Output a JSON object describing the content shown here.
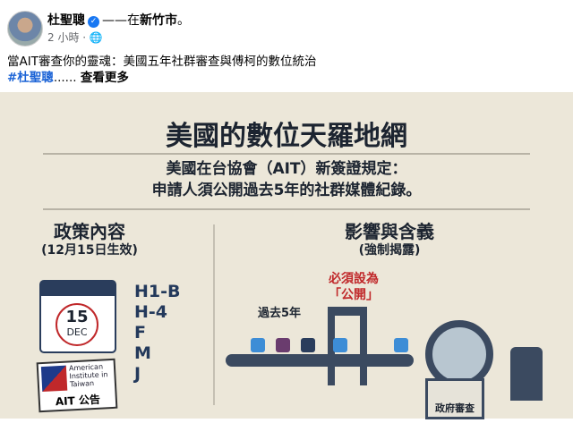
{
  "post": {
    "author": "杜聖聰",
    "location_prefix": "——在",
    "location": "新竹市",
    "location_suffix": "。",
    "time": "2 小時 ·",
    "text": "當AIT審查你的靈魂：美國五年社群審查與傅柯的數位統治",
    "hashtag": "#杜聖聰",
    "ellipsis": "......",
    "see_more": "查看更多"
  },
  "infographic": {
    "title": "美國的數位天羅地網",
    "subtitle_1": "美國在台協會（AIT）新簽證規定：",
    "subtitle_2": "申請人須公開過去5年的社群媒體紀錄。",
    "left": {
      "heading": "政策內容",
      "subheading": "(12月15日生效)",
      "day": "15",
      "month": "DEC",
      "visas": [
        "H1-B",
        "H-4",
        "F",
        "M",
        "J"
      ],
      "stamp_org": "American Institute in Taiwan",
      "stamp_label": "AIT 公告"
    },
    "right": {
      "heading": "影響與含義",
      "subheading": "(強制揭露)",
      "must_label": "必須設為",
      "public_label": "「公開」",
      "past_label": "過去5年",
      "gov_label": "政府審查"
    }
  }
}
